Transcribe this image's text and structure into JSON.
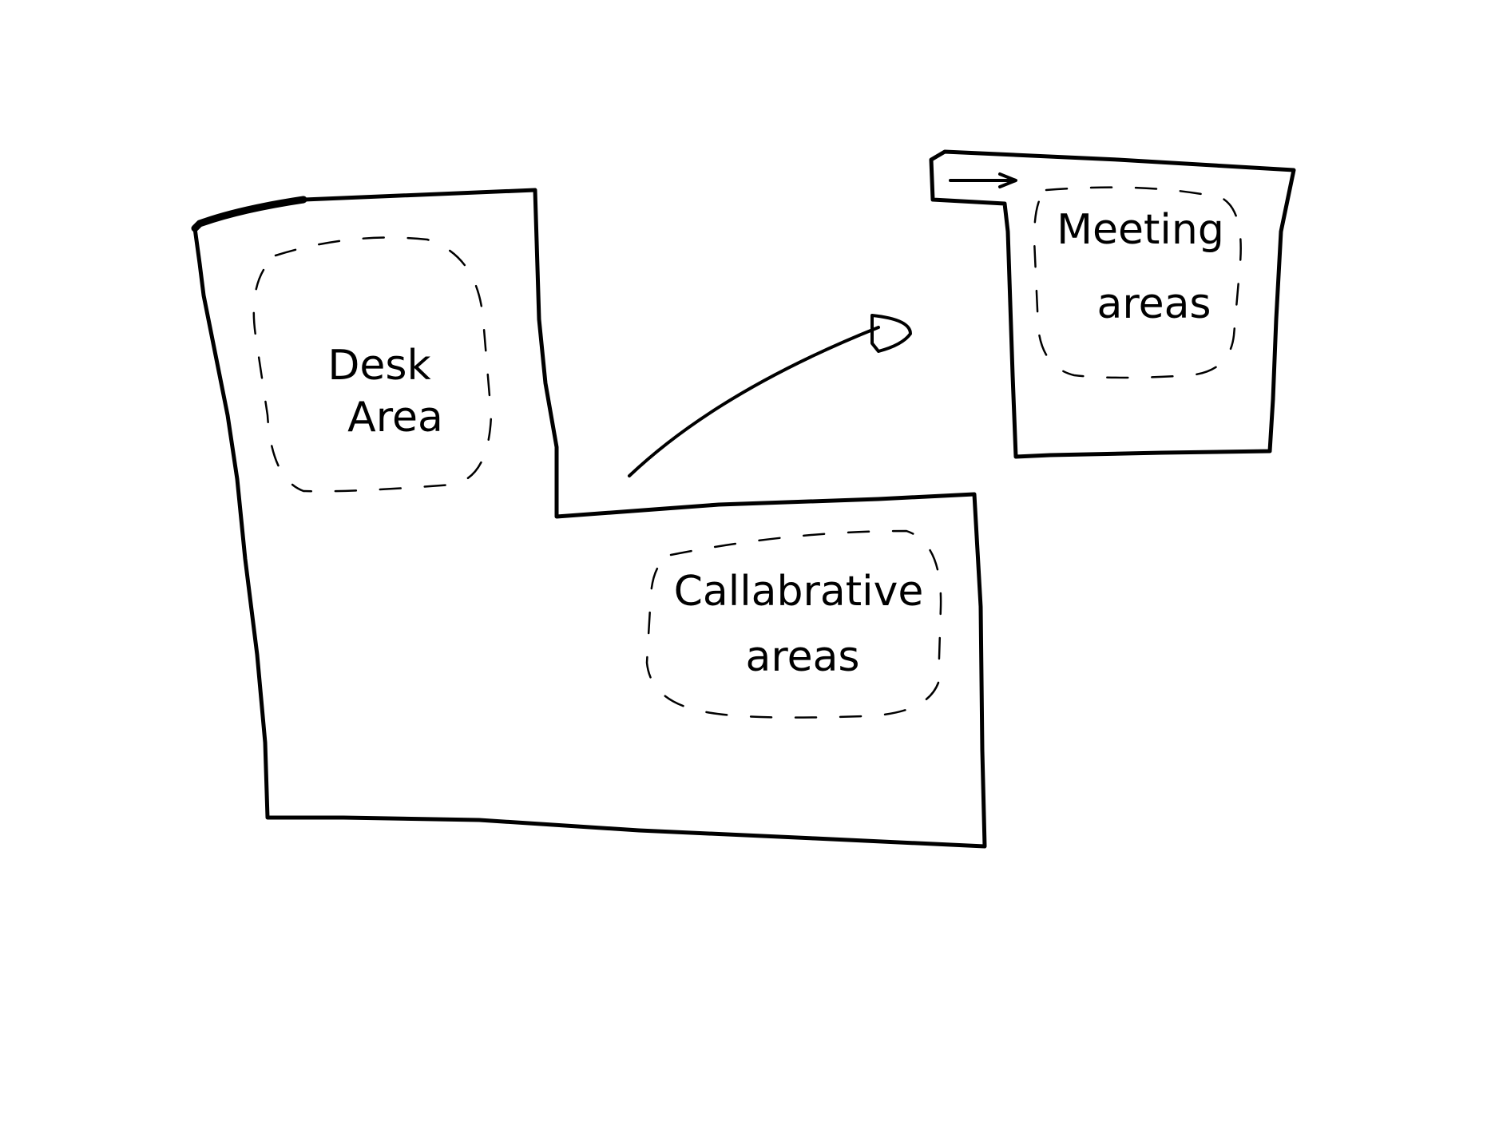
{
  "diagram": {
    "areas": [
      {
        "id": "desk",
        "lines": [
          "Desk",
          "Area"
        ]
      },
      {
        "id": "collaborative",
        "lines": [
          "Callabrative",
          "areas"
        ]
      },
      {
        "id": "meeting",
        "lines": [
          "Meeting",
          "areas"
        ]
      }
    ],
    "colors": {
      "background": "#ffffff",
      "ink": "#000000"
    }
  }
}
